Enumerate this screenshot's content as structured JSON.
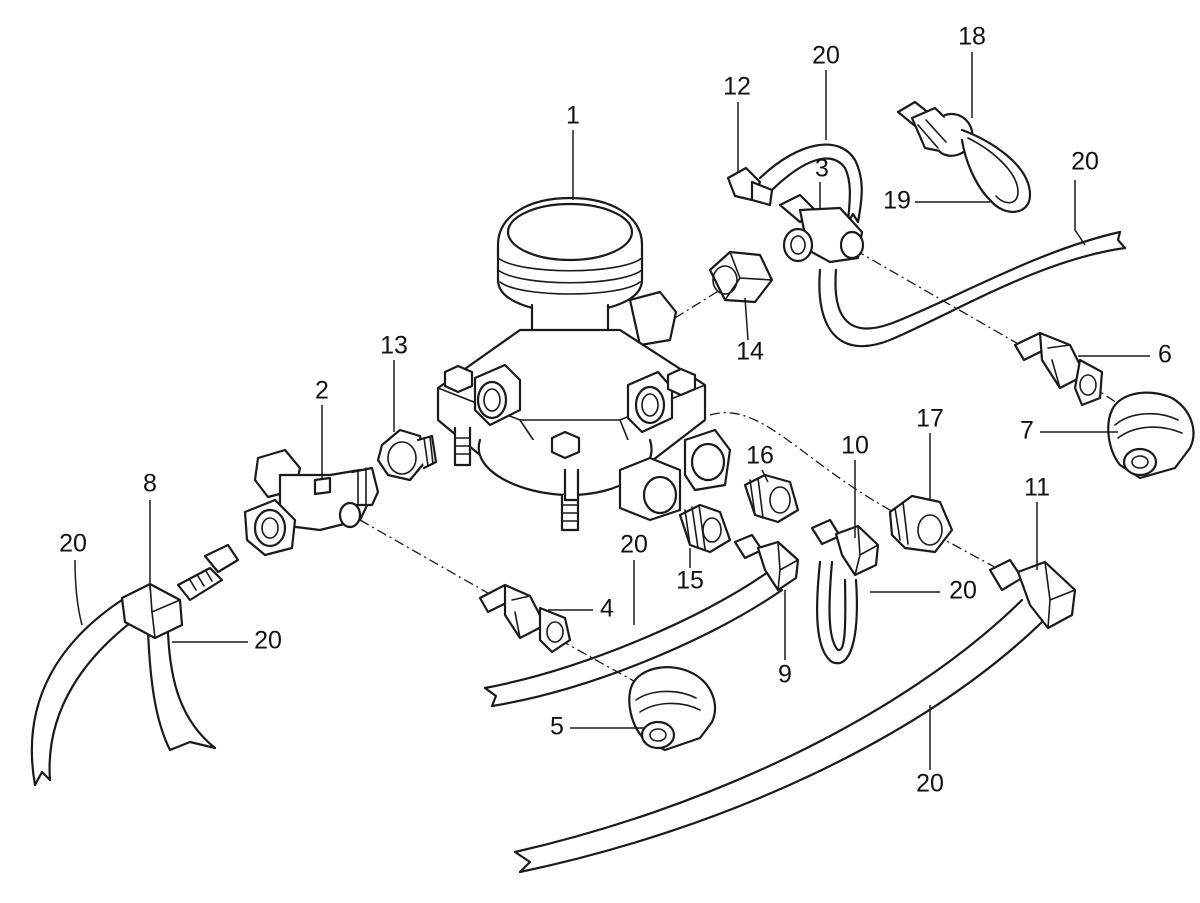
{
  "callouts": {
    "c1": "1",
    "c2": "2",
    "c3": "3",
    "c4": "4",
    "c5": "5",
    "c6": "6",
    "c7": "7",
    "c8": "8",
    "c9": "9",
    "c10": "10",
    "c11": "11",
    "c12": "12",
    "c13": "13",
    "c14": "14",
    "c15": "15",
    "c16": "16",
    "c17": "17",
    "c18": "18",
    "c19": "19",
    "c20_top": "20",
    "c20_right_top": "20",
    "c20_left": "20",
    "c20_left_inner": "20",
    "c20_mid": "20",
    "c20_u": "20",
    "c20_bottom": "20"
  }
}
